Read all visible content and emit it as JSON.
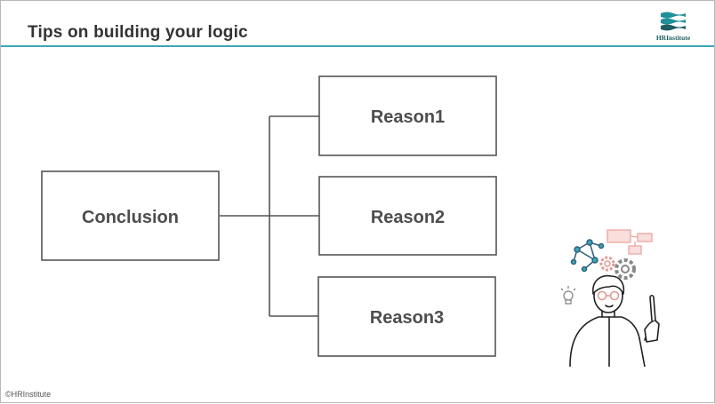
{
  "slide": {
    "title": "Tips on building your logic",
    "copyright": "©HRInstitute"
  },
  "logo": {
    "word": "HRInstitute",
    "accent_color": "#1f8f98"
  },
  "diagram": {
    "root": "Conclusion",
    "children": [
      "Reason1",
      "Reason2",
      "Reason3"
    ],
    "line_color": "#555555"
  },
  "colors": {
    "title_rule": "#3aa6b4",
    "text": "#4d4d4d"
  },
  "illustration": {
    "subject": "person-pointing-up-thinking-icon"
  }
}
